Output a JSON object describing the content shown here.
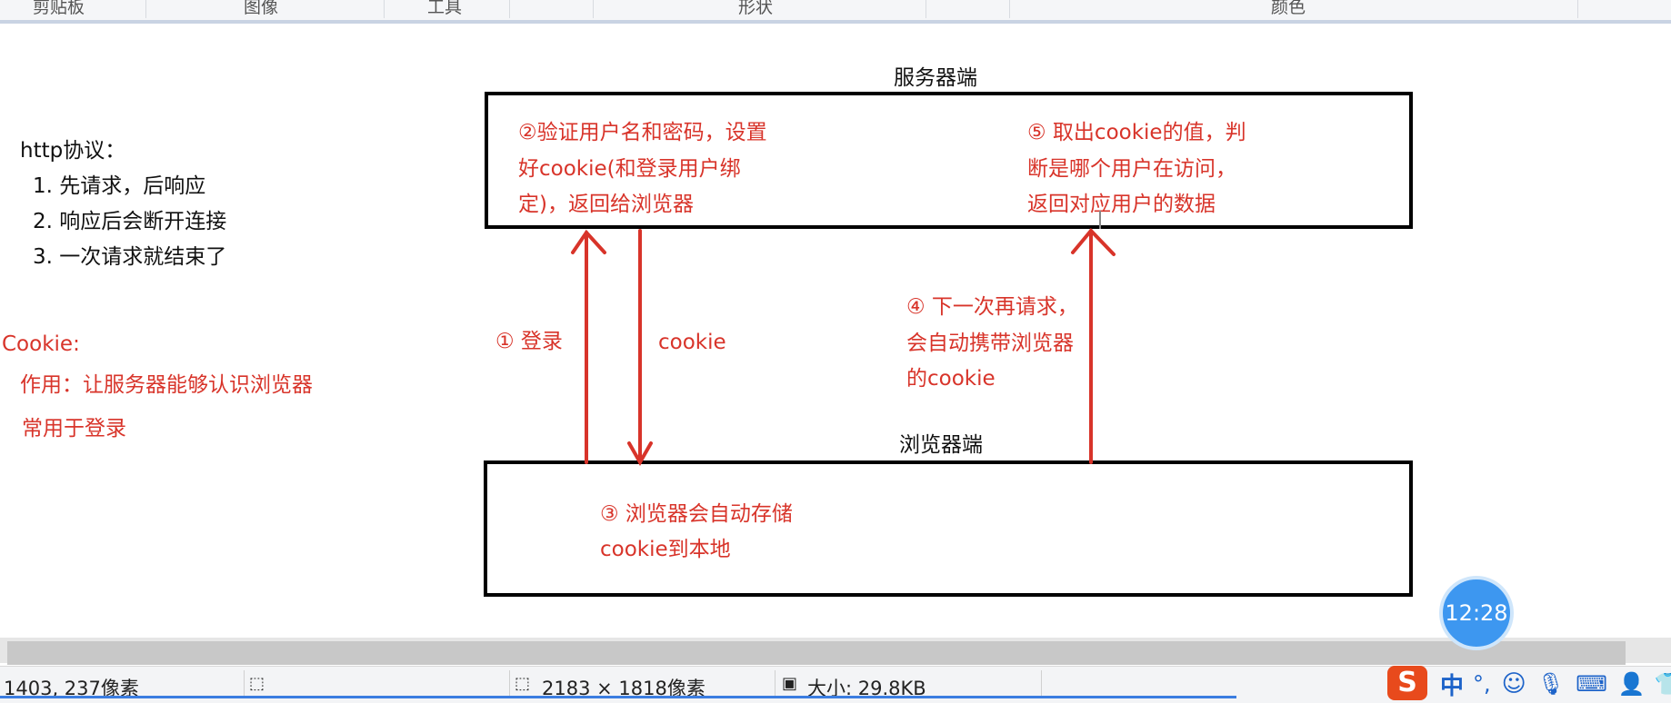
{
  "ribbon": {
    "groups": [
      "剪贴板",
      "图像",
      "工具",
      "形状",
      "颜色"
    ]
  },
  "diagram": {
    "server_label": "服务器端",
    "browser_label": "浏览器端",
    "http_title": "http协议：",
    "http_items": [
      "1. 先请求，后响应",
      "2. 响应后会断开连接",
      "3. 一次请求就结束了"
    ],
    "cookie_title": "Cookie:",
    "cookie_use": "作用：让服务器能够认识浏览器",
    "cookie_common": "常用于登录",
    "step2": [
      "②验证用户名和密码，设置",
      "好cookie(和登录用户绑",
      "定)，返回给浏览器"
    ],
    "step5": [
      "⑤ 取出cookie的值，判",
      "断是哪个用户在访问，",
      "返回对应用户的数据"
    ],
    "step1": "① 登录",
    "cookie_arrow": "cookie",
    "step4": [
      "④ 下一次再请求，",
      "会自动携带浏览器",
      "的cookie"
    ],
    "step3": [
      "③ 浏览器会自动存储",
      "cookie到本地"
    ]
  },
  "status": {
    "cursor_pos": "1403, 237像素",
    "dimensions": "2183 × 1818像素",
    "size": "大小: 29.8KB"
  },
  "clock": {
    "time": "12:28"
  },
  "tray": {
    "ime_logo": "S",
    "ime_mode": "中",
    "punct": "°,"
  },
  "colors": {
    "annotation_red": "#d8342a",
    "accent_blue": "#3b7de0"
  }
}
